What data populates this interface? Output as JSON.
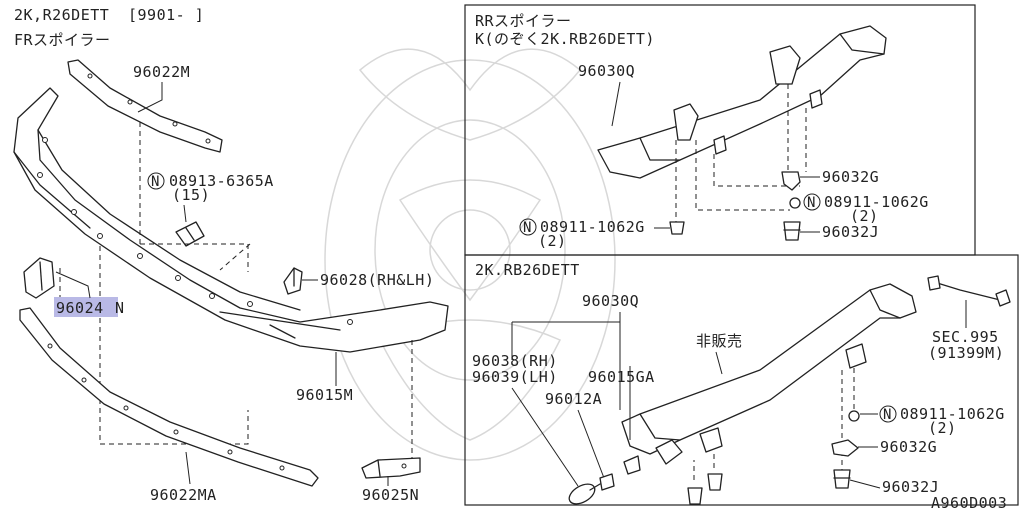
{
  "header": {
    "model": "2K,R26DETT",
    "date_range": "[9901-        ]",
    "section": "FRスポイラー"
  },
  "panel_top_right": {
    "title_line1": "RRスポイラー",
    "title_line2": "K(のぞく2K.RB26DETT)"
  },
  "panel_bottom_right": {
    "title": "2K.RB26DETT"
  },
  "front_labels": {
    "p96022m": "96022M",
    "n08913": "08913-6365A",
    "n08913_qty": "(15)",
    "p96028": "96028(RH&LH)",
    "p96024": "96024",
    "p96024_suffix": "N",
    "p96015m": "96015M",
    "p96022ma": "96022MA",
    "p96025n": "96025N"
  },
  "rr_k_labels": {
    "p96030q": "96030Q",
    "p96032g": "96032G",
    "n08911_right": "08911-1062G",
    "n08911_right_qty": "(2)",
    "n08911_left": "08911-1062G",
    "n08911_left_qty": "(2)",
    "p96032j": "96032J"
  },
  "rr_2k_labels": {
    "p96030q": "96030Q",
    "hihanbai": "非販売",
    "p96038": "96038(RH)",
    "p96039": "96039(LH)",
    "p96015ga": "96015GA",
    "p96012a": "96012A",
    "sec": "SEC.995",
    "sec_part": "(91399M)",
    "n08911": "08911-1062G",
    "n08911_qty": "(2)",
    "p96032g": "96032G",
    "p96032j": "96032J"
  },
  "nut_symbol": "N",
  "footer": {
    "diagram_id": "A960D003"
  }
}
